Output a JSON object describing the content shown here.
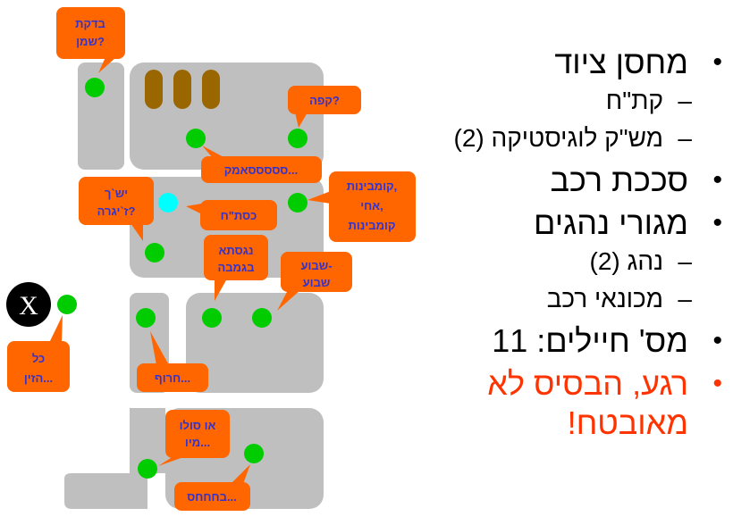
{
  "diagram": {
    "x_marker": "X",
    "bubbles": {
      "oil_check": [
        "בדקת",
        "שמן?"
      ],
      "coffee": [
        "קפה?"
      ],
      "waiting": [
        "סססססאמק..."
      ],
      "combinations": [
        "קומבינות,",
        "אחי,",
        "קומבינות"
      ],
      "cigarette": [
        "יש`ך",
        "ז`יגרה?"
      ],
      "tired": [
        "כסת\"ח"
      ],
      "bored": [
        "נגסתא",
        "בגמבה"
      ],
      "week": [
        "שבוע-",
        "שבוע"
      ],
      "everything": [
        "כל",
        "הזין..."
      ],
      "shit": [
        "חרוף..."
      ],
      "solo": [
        "או סולו",
        "מיו..."
      ],
      "bakhhh": [
        "בחחחס..."
      ]
    }
  },
  "bullets": {
    "item1": "מחסן ציוד",
    "item1_sub1": "קת\"ח",
    "item1_sub2": "מש\"ק לוגיסטיקה (2)",
    "item2": "סככת רכב",
    "item3": "מגורי נהגים",
    "item3_sub1": "נהג (2)",
    "item3_sub2": "מכונאי רכב",
    "item4": "מס' חיילים: 11",
    "item5": "רגע, הבסיס לא מאובטח!"
  },
  "colors": {
    "building": "#bfbfbf",
    "bubble": "#ff6600",
    "bubble_text": "#3333cc",
    "dot": "#00cc00",
    "cyan_dot": "#00ffff",
    "barrel": "#996600",
    "alert": "#ff3300"
  }
}
